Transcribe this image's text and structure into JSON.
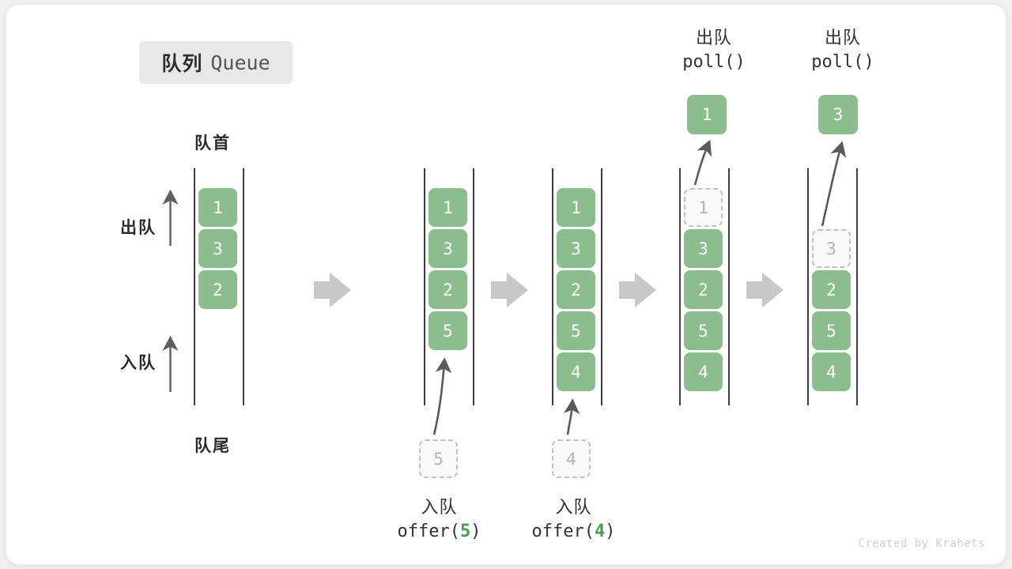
{
  "figure": {
    "title_cn": "队列",
    "title_en": "Queue",
    "credit": "Created by Krahets",
    "front_label": "队首",
    "rear_label": "队尾",
    "dequeue_label": "出队",
    "enqueue_label": "入队",
    "colors": {
      "cell_fill": "#8bbd8e",
      "cell_text": "#ffffff",
      "ghost_fill": "#f8f8f8",
      "ghost_text": "#b4b4b4",
      "ghost_border": "#c2c2c2",
      "rail": "#3d3d3d",
      "step_arrow": "#c8c8c8",
      "curve_arrow": "#5a5a5a",
      "accent_num": "#4a9a52",
      "chip_bg": "#e8e8e8"
    }
  },
  "steps": [
    {
      "id": "initial",
      "cells": [
        "1",
        "3",
        "2"
      ],
      "ghost_index": null,
      "ghost_value": null,
      "incoming_value": null,
      "popped_value": null,
      "caption_cn": null,
      "caption_code": null
    },
    {
      "id": "offer-5",
      "cells": [
        "1",
        "3",
        "2",
        "5"
      ],
      "ghost_index": null,
      "ghost_value": null,
      "incoming_value": "5",
      "popped_value": null,
      "caption_cn": "入队",
      "caption_code_prefix": "offer(",
      "caption_code_num": "5",
      "caption_code_suffix": ")"
    },
    {
      "id": "offer-4",
      "cells": [
        "1",
        "3",
        "2",
        "5",
        "4"
      ],
      "ghost_index": null,
      "ghost_value": null,
      "incoming_value": "4",
      "popped_value": null,
      "caption_cn": "入队",
      "caption_code_prefix": "offer(",
      "caption_code_num": "4",
      "caption_code_suffix": ")"
    },
    {
      "id": "poll-1",
      "cells": [
        "1",
        "3",
        "2",
        "5",
        "4"
      ],
      "ghost_index": 0,
      "ghost_value": "1",
      "incoming_value": null,
      "popped_value": "1",
      "caption_cn": "出队",
      "caption_code": "poll()"
    },
    {
      "id": "poll-3",
      "cells": [
        "3",
        "2",
        "5",
        "4"
      ],
      "ghost_index": 0,
      "ghost_value": "3",
      "incoming_value": null,
      "popped_value": "3",
      "caption_cn": "出队",
      "caption_code": "poll()"
    }
  ],
  "step_arrows": 4
}
